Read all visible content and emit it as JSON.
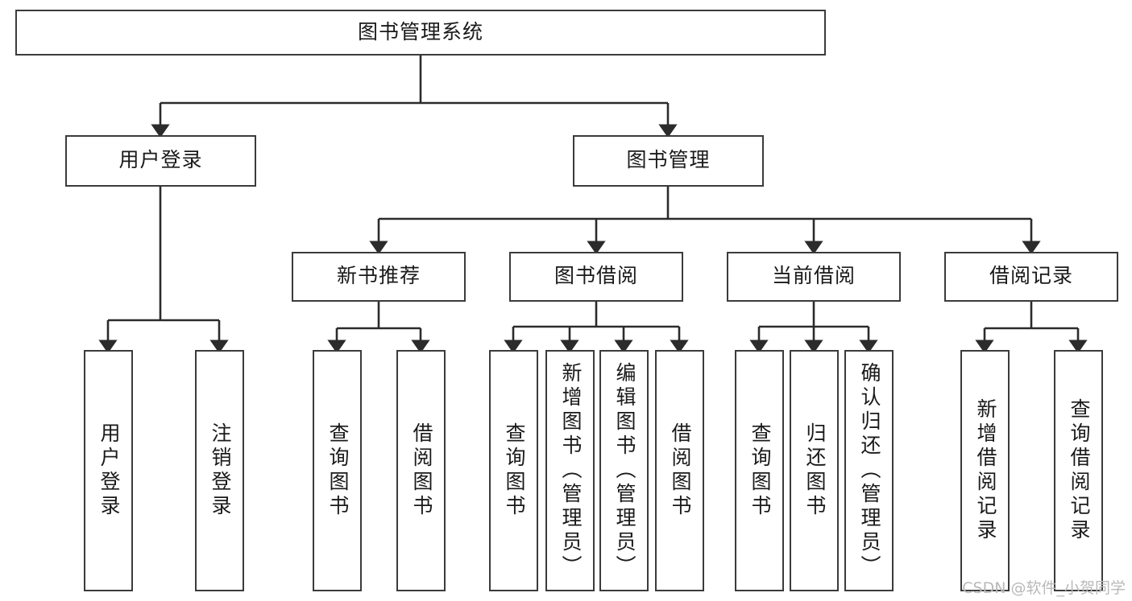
{
  "diagram": {
    "title": "图书管理系统",
    "watermark": "CSDN @软件_小贺同学",
    "colors": {
      "box_border": "#3b3b3b",
      "box_fill": "#ffffff",
      "edge": "#2b2b2b",
      "text": "#1a1a1a",
      "watermark": "#b9b9b9",
      "background": "#ffffff"
    },
    "root": {
      "label": "图书管理系统"
    },
    "level2": [
      {
        "label": "用户登录"
      },
      {
        "label": "图书管理"
      }
    ],
    "level3": [
      {
        "label": "新书推荐"
      },
      {
        "label": "图书借阅"
      },
      {
        "label": "当前借阅"
      },
      {
        "label": "借阅记录"
      }
    ],
    "leaves": {
      "user_login": [
        {
          "label": "用户登录"
        },
        {
          "label": "注销登录"
        }
      ],
      "new_book_recommend": [
        {
          "label": "查询图书"
        },
        {
          "label": "借阅图书"
        }
      ],
      "book_borrow": [
        {
          "label": "查询图书"
        },
        {
          "label": "新增图书（管理员）"
        },
        {
          "label": "编辑图书（管理员）"
        },
        {
          "label": "借阅图书"
        }
      ],
      "current_borrow": [
        {
          "label": "查询图书"
        },
        {
          "label": "归还图书"
        },
        {
          "label": "确认归还（管理员）"
        }
      ],
      "borrow_record": [
        {
          "label": "新增借阅记录"
        },
        {
          "label": "查询借阅记录"
        }
      ]
    }
  }
}
